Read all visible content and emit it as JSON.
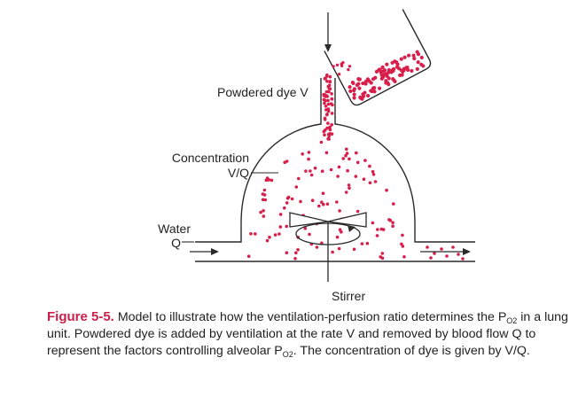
{
  "labels": {
    "powdered_dye": "Powdered dye V",
    "concentration": "Concentration",
    "concentration_ratio": "V/Q",
    "water": "Water",
    "flow": "Q",
    "stirrer": "Stirrer"
  },
  "caption": {
    "figure_label": "Figure 5-5.",
    "text_1": "Model to illustrate how the ventilation-perfusion ratio determines the P",
    "sub_1": "O",
    "sub_1b": "2",
    "text_2": "in a lung unit. Powdered dye is added by ventilation at the rate V and removed by blood flow Q to represent the factors controlling alveolar P",
    "sub_2": "O",
    "sub_2b": "2",
    "text_3": ". The concentration of dye is given by V/Q."
  },
  "colors": {
    "dye": "#d81e4a",
    "line": "#2a2a2a",
    "caption_label": "#c8204a"
  }
}
